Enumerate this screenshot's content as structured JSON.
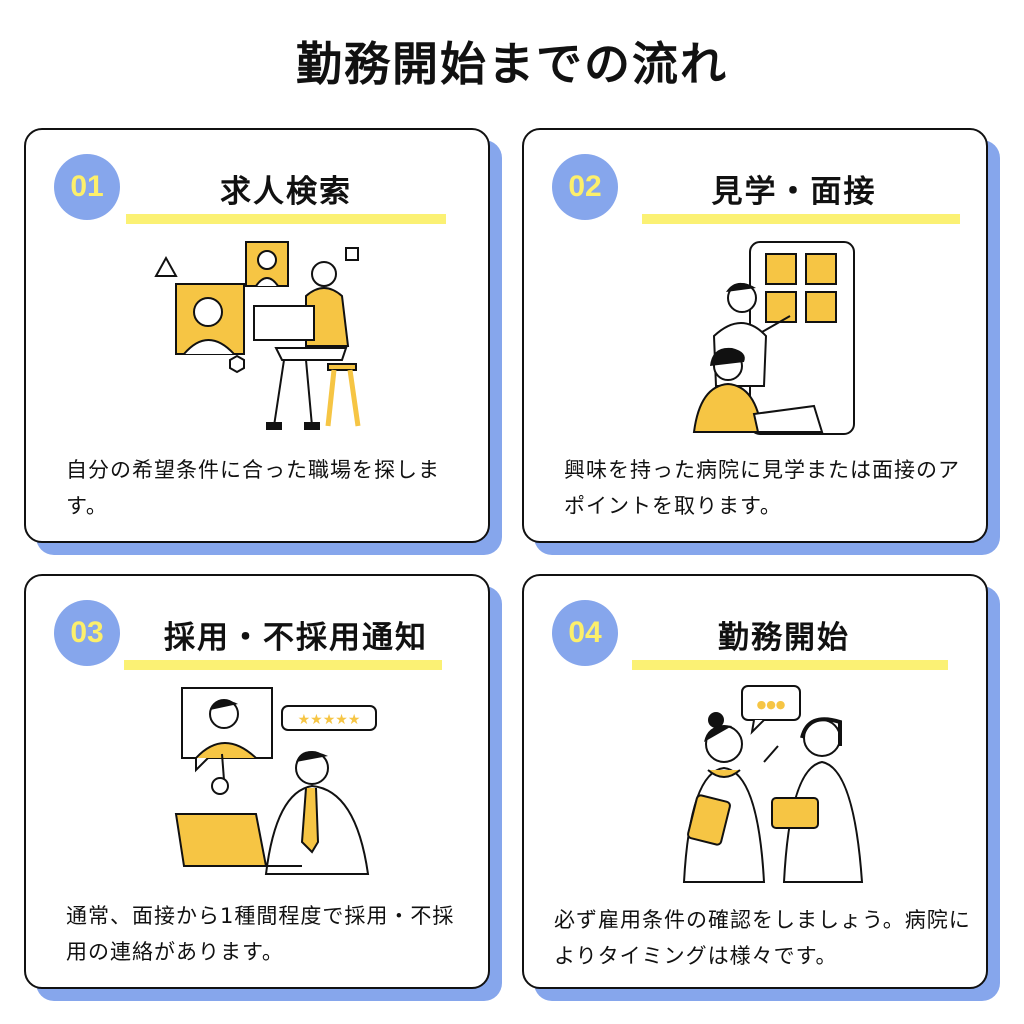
{
  "page_title": "勤務開始までの流れ",
  "colors": {
    "accent_blue": "#86a6ec",
    "accent_yellow": "#fbf174",
    "illustration_yellow": "#f6c544"
  },
  "steps": [
    {
      "number": "01",
      "title": "求人検索",
      "description": "自分の希望条件に合った職場を探します。",
      "illustration": "job-search-illustration"
    },
    {
      "number": "02",
      "title": "見学・面接",
      "description": "興味を持った病院に見学または面接のアポイントを取ります。",
      "illustration": "visit-interview-illustration"
    },
    {
      "number": "03",
      "title": "採用・不採用通知",
      "description": "通常、面接から1種間程度で採用・不採用の連絡があります。",
      "illustration": "hiring-notice-illustration",
      "stars": "★★★★★"
    },
    {
      "number": "04",
      "title": "勤務開始",
      "description": "必ず雇用条件の確認をしましょう。病院によりタイミングは様々です。",
      "illustration": "start-work-illustration",
      "bubble": "●●●"
    }
  ]
}
